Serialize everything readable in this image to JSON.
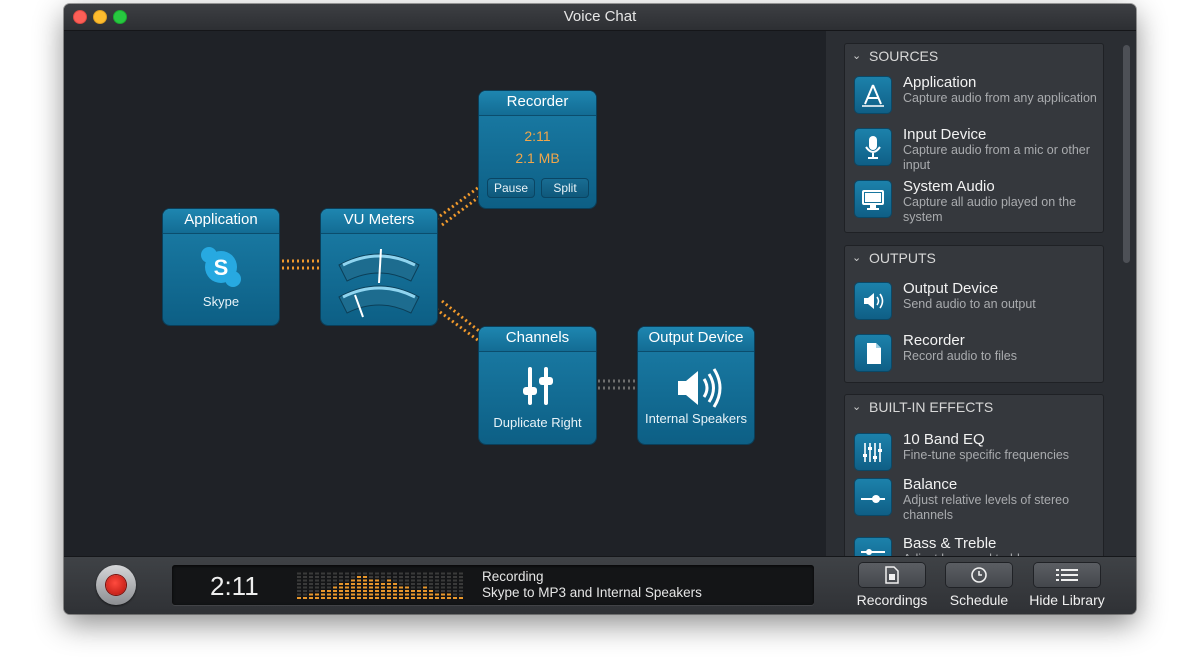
{
  "window": {
    "title": "Voice Chat"
  },
  "nodes": {
    "application": {
      "title": "Application",
      "subtitle": "Skype"
    },
    "vu_meters": {
      "title": "VU Meters"
    },
    "recorder": {
      "title": "Recorder",
      "time": "2:11",
      "size": "2.1 MB",
      "pause_label": "Pause",
      "split_label": "Split"
    },
    "channels": {
      "title": "Channels",
      "subtitle": "Duplicate Right"
    },
    "output_device": {
      "title": "Output Device",
      "subtitle": "Internal Speakers"
    }
  },
  "sidebar": {
    "sources": {
      "header": "SOURCES",
      "items": [
        {
          "title": "Application",
          "desc": "Capture audio from any application",
          "icon": "app-store-icon"
        },
        {
          "title": "Input Device",
          "desc": "Capture audio from a mic or other input",
          "icon": "microphone-icon"
        },
        {
          "title": "System Audio",
          "desc": "Capture all audio played on the system",
          "icon": "monitor-icon"
        }
      ]
    },
    "outputs": {
      "header": "OUTPUTS",
      "items": [
        {
          "title": "Output Device",
          "desc": "Send audio to an output",
          "icon": "speaker-icon"
        },
        {
          "title": "Recorder",
          "desc": "Record audio to files",
          "icon": "file-icon"
        }
      ]
    },
    "effects": {
      "header": "BUILT-IN EFFECTS",
      "items": [
        {
          "title": "10 Band EQ",
          "desc": "Fine-tune specific frequencies",
          "icon": "eq-sliders-icon"
        },
        {
          "title": "Balance",
          "desc": "Adjust relative levels of stereo channels",
          "icon": "balance-slider-icon"
        },
        {
          "title": "Bass & Treble",
          "desc": "Adjust bass and treble",
          "icon": "bass-treble-icon"
        }
      ]
    }
  },
  "bottom": {
    "timer": "2:11",
    "status_title": "Recording",
    "status_detail": "Skype to MP3 and Internal Speakers",
    "recordings_label": "Recordings",
    "schedule_label": "Schedule",
    "hide_library_label": "Hide Library"
  },
  "colors": {
    "node_blue": "#1470a0",
    "accent_orange": "#f1a64a",
    "record_red": "#e0261c"
  }
}
